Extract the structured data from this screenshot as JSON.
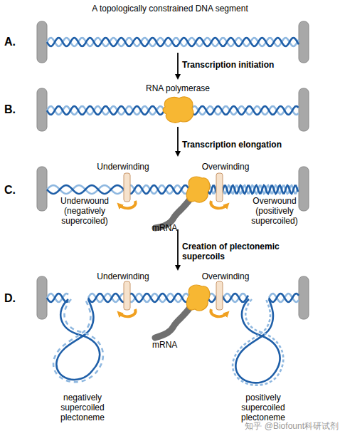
{
  "diagram": {
    "title": "A topologically constrained DNA segment",
    "labels": [
      "A.",
      "Transcription initiation",
      "B.",
      "RNA polymerase",
      "Transcription elongation",
      "C.",
      "Underwinding",
      "Overwinding",
      "Underwound (negatively supercoiled)",
      "Overwound (positively supercoiled)",
      "mRNA",
      "Creation of plectonemic supercoils",
      "D.",
      "Underwinding",
      "Overwinding",
      "mRNA",
      "negatively supercoiled plectoneme",
      "positively supercoiled plectoneme",
      "知乎 @Biofount科研试剂"
    ]
  }
}
